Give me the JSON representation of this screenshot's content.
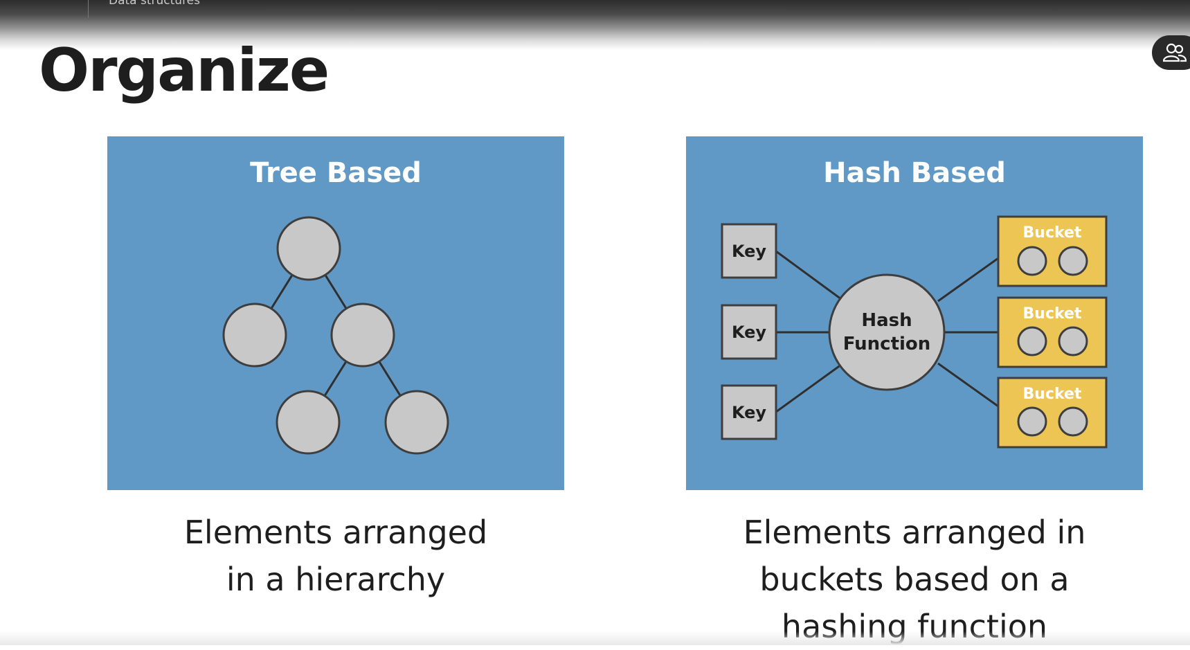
{
  "topbar": {
    "title": "Data structures"
  },
  "controls": {
    "people_icon": "people-icon"
  },
  "slide": {
    "title": "Organize",
    "tree_panel": {
      "title": "Tree Based",
      "caption_lines": [
        "Elements arranged",
        "in a hierarchy"
      ]
    },
    "hash_panel": {
      "title": "Hash Based",
      "key_label": "Key",
      "function_label_lines": [
        "Hash",
        "Function"
      ],
      "bucket_label": "Bucket",
      "caption_lines": [
        "Elements arranged in",
        "buckets based on a",
        "hashing function"
      ]
    }
  },
  "colors": {
    "panel_blue": "#6199c6",
    "node_gray": "#c8c8c8",
    "bucket_yellow": "#ecc555",
    "title_text": "#1e1e1e"
  }
}
